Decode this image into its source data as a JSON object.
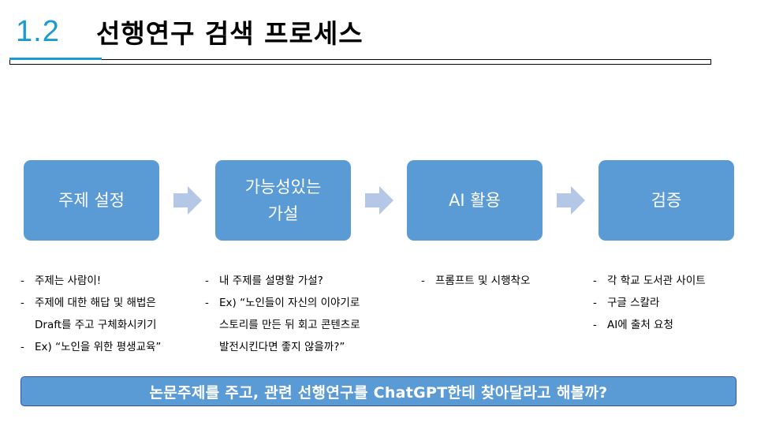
{
  "header": {
    "section_number": "1.2",
    "title": "선행연구 검색 프로세스"
  },
  "steps": [
    {
      "label": "주제 설정"
    },
    {
      "label": "가능성있는\n가설"
    },
    {
      "label": "AI 활용"
    },
    {
      "label": "검증"
    }
  ],
  "notes": [
    {
      "items": [
        "주제는 사람이!",
        "주제에 대한 해답 및 해법은\nDraft를 주고 구체화시키기",
        "Ex) “노인을 위한 평생교육”"
      ]
    },
    {
      "items": [
        "내 주제를 설명할 가설?",
        "Ex) “노인들이 자신의 이야기로\n스토리를 만든 뒤 회고 콘텐츠로\n발전시킨다면 좋지 않을까?”"
      ]
    },
    {
      "items": [
        "프롬프트 및 시행착오"
      ]
    },
    {
      "items": [
        "각 학교 도서관 사이트",
        "구글 스칼라",
        "AI에 출처 요청"
      ]
    }
  ],
  "banner": {
    "text": "논문주제를 주고, 관련 선행연구를 ChatGPT한테 찾아달라고 해볼까?"
  },
  "colors": {
    "accent": "#1b9bd1",
    "step_fill": "#5b9bd5",
    "arrow_fill": "#b4c7e7",
    "banner_border": "#2f5597"
  }
}
